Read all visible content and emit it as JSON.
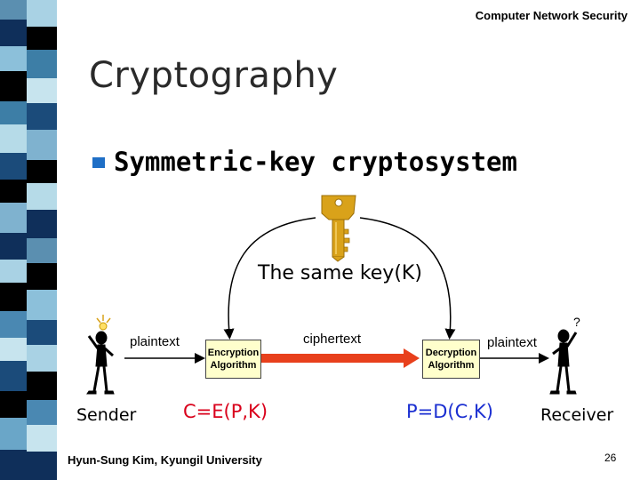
{
  "header": {
    "course": "Computer Network Security"
  },
  "slide": {
    "title": "Cryptography",
    "bullet": "Symmetric-key cryptosystem"
  },
  "diagram": {
    "key_label": "The same key(K)",
    "plaintext_left": "plaintext",
    "ciphertext": "ciphertext",
    "plaintext_right": "plaintext",
    "encryption_box": {
      "line1": "Encryption",
      "line2": "Algorithm"
    },
    "decryption_box": {
      "line1": "Decryption",
      "line2": "Algorithm"
    },
    "sender": "Sender",
    "receiver": "Receiver",
    "encryption_formula": "C=E(P,K)",
    "decryption_formula": "P=D(C,K)",
    "icons": [
      "key-icon",
      "sender-figure-icon",
      "receiver-figure-icon"
    ]
  },
  "footer": {
    "author": "Hyun-Sung Kim, Kyungil University",
    "page_number": "26"
  },
  "colors": {
    "key_gold": "#d9a21a",
    "arrow_red": "#e8401c",
    "box_fill": "#ffffcc",
    "enc_formula": "#d9001b",
    "dec_formula": "#1b2fd1",
    "bullet_blue": "#1f6fc6"
  }
}
